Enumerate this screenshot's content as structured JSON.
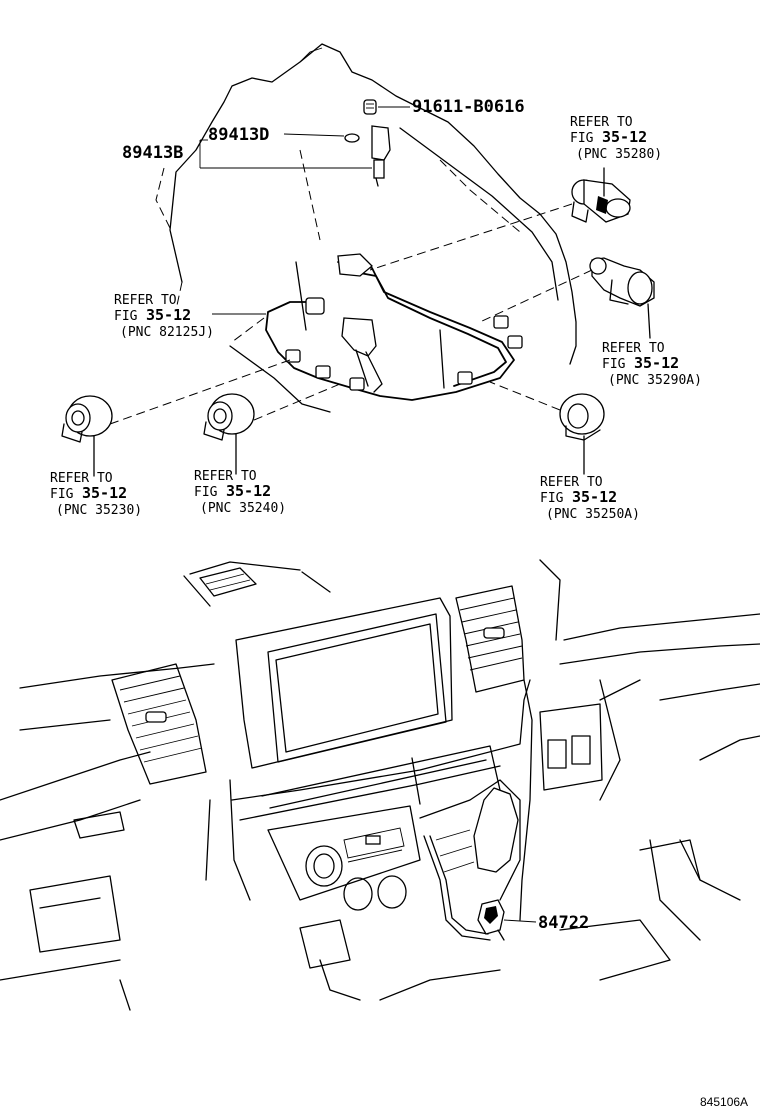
{
  "parts": {
    "p89413D": "89413D",
    "p89413B": "89413B",
    "p91611": "91611-B0616",
    "p84722": "84722"
  },
  "refs": {
    "r35280": {
      "l1": "REFER TO",
      "l2": "FIG",
      "num": "35-12",
      "l3": "(PNC 35280)"
    },
    "r82125J": {
      "l1": "REFER TO",
      "l2": "FIG",
      "num": "35-12",
      "l3": "(PNC 82125J)"
    },
    "r35290A": {
      "l1": "REFER TO",
      "l2": "FIG",
      "num": "35-12",
      "l3": "(PNC 35290A)"
    },
    "r35230": {
      "l1": "REFER TO",
      "l2": "FIG",
      "num": "35-12",
      "l3": "(PNC 35230)"
    },
    "r35240": {
      "l1": "REFER TO",
      "l2": "FIG",
      "num": "35-12",
      "l3": "(PNC 35240)"
    },
    "r35250A": {
      "l1": "REFER TO",
      "l2": "FIG",
      "num": "35-12",
      "l3": "(PNC 35250A)"
    }
  },
  "figure_id": "845106A"
}
